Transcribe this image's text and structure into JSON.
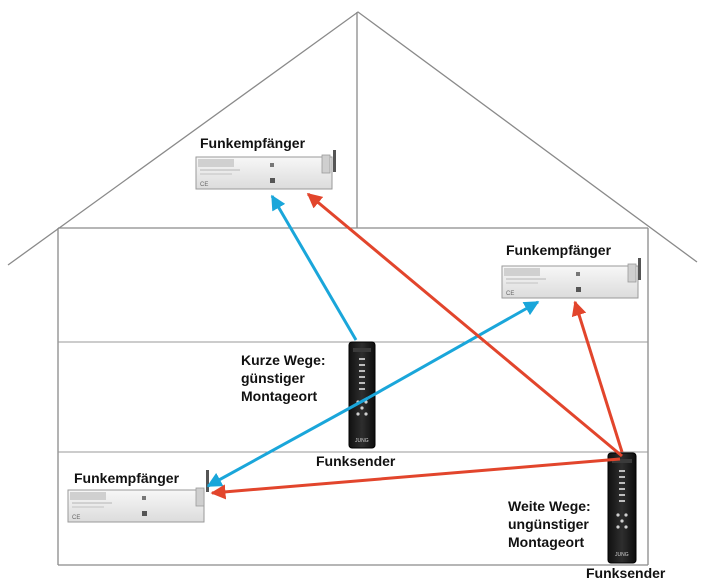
{
  "labels": {
    "receiver_top": "Funkempfänger",
    "receiver_right": "Funkempfänger",
    "receiver_bottom": "Funkempfänger",
    "short_path": [
      "Kurze Wege:",
      "günstiger",
      "Montageort"
    ],
    "long_path": [
      "Weite Wege:",
      "ungünstiger",
      "Montageort"
    ],
    "transmitter_center": "Funksender",
    "transmitter_right": "Funksender"
  },
  "device_markings": {
    "ce_mark": "CE",
    "brand": "JUNG"
  },
  "colors": {
    "short_path_arrow": "#1aa6da",
    "long_path_arrow": "#e2452c",
    "house_outline": "#8a8a8a",
    "floor_lines": "#9a9a9a",
    "receiver_body": "#eeeeee",
    "transmitter_body": "#1c1c1c"
  }
}
